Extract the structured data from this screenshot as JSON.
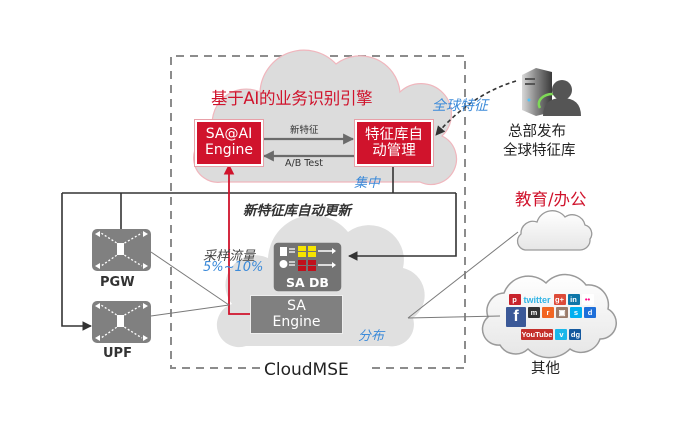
{
  "engine_cloud": {
    "title": "基于AI的业务识别引擎",
    "sa_ai_engine": {
      "line1": "SA@AI",
      "line2": "Engine"
    },
    "feature_mgmt": {
      "line1": "特征库自",
      "line2": "动管理"
    },
    "arrow_new_feature": "新特征",
    "arrow_ab_test": "A/B Test",
    "tag_centralized": "集中"
  },
  "auto_update_label": "新特征库自动更新",
  "sampling": {
    "label": "采样流量",
    "ratio": "5%~10%"
  },
  "edge_cloud": {
    "sa_db": "SA DB",
    "sa_engine": {
      "line1": "SA",
      "line2": "Engine"
    },
    "tag_distributed": "分布"
  },
  "container_label": "CloudMSE",
  "gateways": {
    "pgw": "PGW",
    "upf": "UPF"
  },
  "global_link_label": "全球特征",
  "headquarters": {
    "line1": "总部发布",
    "line2": "全球特征库",
    "icon": "server-user-icon"
  },
  "education_cloud": {
    "label": "教育/办公"
  },
  "others_cloud": {
    "label": "其他",
    "icons": [
      {
        "name": "pinterest-icon",
        "text": "p",
        "color": "#c8232c"
      },
      {
        "name": "twitter-icon",
        "text": "twitter",
        "color": "#33b5e5"
      },
      {
        "name": "google-plus-icon",
        "text": "g+",
        "color": "#dd4b39"
      },
      {
        "name": "linkedin-icon",
        "text": "in",
        "color": "#0e76a8"
      },
      {
        "name": "flickr-icon",
        "text": "••",
        "color": "#ffffff"
      },
      {
        "name": "facebook-icon",
        "text": "f",
        "color": "#3b5998"
      },
      {
        "name": "myspace-icon",
        "text": "m",
        "color": "#333333"
      },
      {
        "name": "rss-icon",
        "text": "r",
        "color": "#f26522"
      },
      {
        "name": "photo-icon",
        "text": "▣",
        "color": "#9b7b6a"
      },
      {
        "name": "skype-icon",
        "text": "s",
        "color": "#00aff0"
      },
      {
        "name": "delicious-icon",
        "text": "d",
        "color": "#1e6fd9"
      },
      {
        "name": "youtube-icon",
        "text": "YouTube",
        "color": "#c4302b"
      },
      {
        "name": "vimeo-icon",
        "text": "v",
        "color": "#1ab7ea"
      },
      {
        "name": "digg-icon",
        "text": "dg",
        "color": "#14589e"
      }
    ]
  },
  "colors": {
    "accent_red": "#d0132c",
    "label_blue": "#3b8ad9",
    "box_gray": "#808080",
    "cloud_gray": "#dcdcdc",
    "db_yellow": "#f5e400",
    "db_red": "#c0101c"
  }
}
